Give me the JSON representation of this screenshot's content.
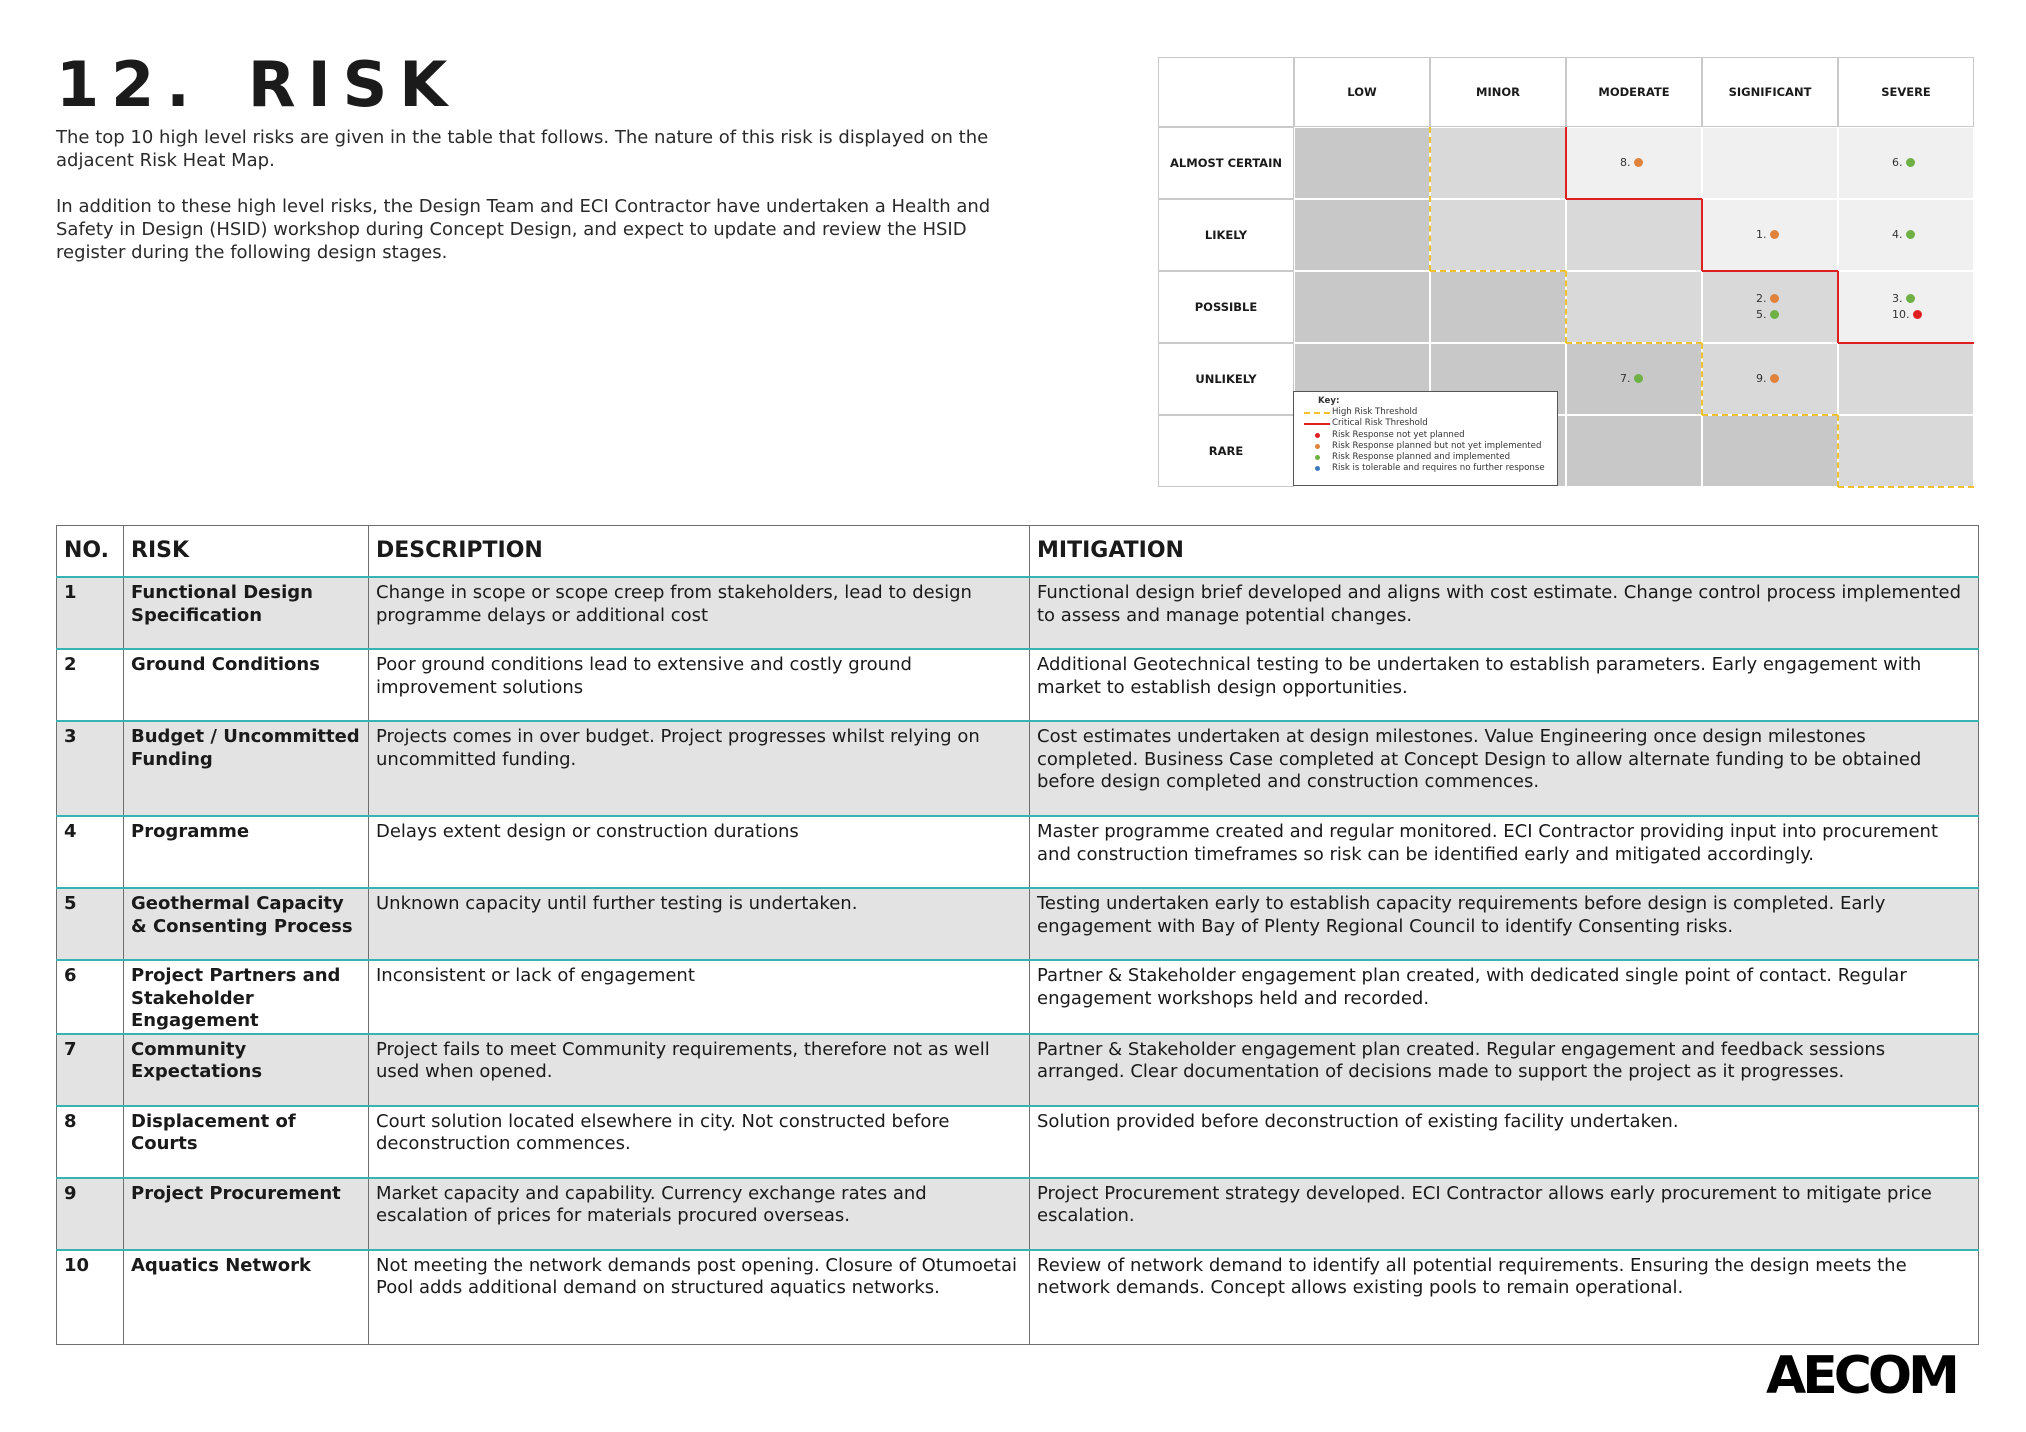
{
  "title": {
    "number": "12.",
    "text": "RISK"
  },
  "intro": {
    "p1": "The top 10 high level risks are given in the table that follows.  The nature of this risk is displayed on the adjacent Risk Heat Map.",
    "p2": "In addition to these high level risks, the Design Team and ECI Contractor have undertaken a Health and Safety in Design (HSID) workshop during Concept Design, and expect to update and review the HSID register during the following design stages."
  },
  "heatmap": {
    "consequences": [
      "LOW",
      "MINOR",
      "MODERATE",
      "SIGNIFICANT",
      "SEVERE"
    ],
    "likelihoods": [
      "ALMOST CERTAIN",
      "LIKELY",
      "POSSIBLE",
      "UNLIKELY",
      "RARE"
    ],
    "colors": {
      "dark": "#c8c8c8",
      "mid": "#d9d9d9",
      "light": "#f0f0f0",
      "high_threshold": "#f2c12e",
      "critical_threshold": "#e02020",
      "not_planned": "#e02020",
      "planned_not_implemented": "#e0823a",
      "implemented": "#6fb144",
      "tolerable": "#3a7abf"
    },
    "markers": [
      {
        "label": "8.",
        "status": "planned_not_implemented",
        "likelihood": "ALMOST CERTAIN",
        "consequence": "MODERATE"
      },
      {
        "label": "6.",
        "status": "implemented",
        "likelihood": "ALMOST CERTAIN",
        "consequence": "SEVERE"
      },
      {
        "label": "1.",
        "status": "planned_not_implemented",
        "likelihood": "LIKELY",
        "consequence": "SIGNIFICANT"
      },
      {
        "label": "4.",
        "status": "implemented",
        "likelihood": "LIKELY",
        "consequence": "SEVERE"
      },
      {
        "label": "2.",
        "status": "planned_not_implemented",
        "likelihood": "POSSIBLE",
        "consequence": "SIGNIFICANT"
      },
      {
        "label": "5.",
        "status": "implemented",
        "likelihood": "POSSIBLE",
        "consequence": "SIGNIFICANT"
      },
      {
        "label": "3.",
        "status": "implemented",
        "likelihood": "POSSIBLE",
        "consequence": "SEVERE"
      },
      {
        "label": "10.",
        "status": "not_planned",
        "likelihood": "POSSIBLE",
        "consequence": "SEVERE"
      },
      {
        "label": "7.",
        "status": "implemented",
        "likelihood": "UNLIKELY",
        "consequence": "MODERATE"
      },
      {
        "label": "9.",
        "status": "planned_not_implemented",
        "likelihood": "UNLIKELY",
        "consequence": "SIGNIFICANT"
      }
    ],
    "key": {
      "title": "Key:",
      "high_threshold": "High Risk Threshold",
      "critical_threshold": "Critical Risk Threshold",
      "not_planned": "Risk Response not yet planned",
      "planned_not_implemented": "Risk Response planned but not yet implemented",
      "implemented": "Risk Response planned and implemented",
      "tolerable": "Risk is tolerable and requires no further response"
    }
  },
  "table": {
    "headers": {
      "no": "NO.",
      "risk": "RISK",
      "description": "DESCRIPTION",
      "mitigation": "MITIGATION"
    },
    "rows": [
      {
        "no": "1",
        "risk": "Functional Design Specification",
        "description": "Change in scope or scope creep from stakeholders, lead to design programme delays or additional cost",
        "mitigation": "Functional design brief developed and aligns with cost estimate. Change control process implemented to assess and manage potential changes."
      },
      {
        "no": "2",
        "risk": "Ground Conditions",
        "description": "Poor ground conditions lead to extensive and costly ground improvement solutions",
        "mitigation": "Additional Geotechnical testing to be undertaken to establish parameters. Early engagement with market to establish design opportunities."
      },
      {
        "no": "3",
        "risk": "Budget / Uncommitted Funding",
        "description": "Projects comes in over budget. Project progresses whilst relying on uncommitted funding.",
        "mitigation": "Cost estimates undertaken at design milestones. Value Engineering once design milestones completed. Business Case completed at Concept Design to allow alternate funding to be obtained before design completed and construction commences."
      },
      {
        "no": "4",
        "risk": "Programme",
        "description": "Delays extent design or construction durations",
        "mitigation": "Master programme created and regular monitored. ECI Contractor providing input into procurement and construction timeframes so risk can be identified early and mitigated accordingly."
      },
      {
        "no": "5",
        "risk": "Geothermal Capacity & Consenting Process",
        "description": "Unknown capacity until further testing is undertaken.",
        "mitigation": "Testing undertaken early to establish capacity requirements before design is completed. Early engagement with Bay of Plenty Regional Council to identify Consenting risks."
      },
      {
        "no": "6",
        "risk": "Project Partners and Stakeholder Engagement",
        "description": "Inconsistent or lack of engagement",
        "mitigation": "Partner & Stakeholder engagement plan created, with dedicated single point of contact. Regular engagement workshops held and recorded."
      },
      {
        "no": "7",
        "risk": "Community Expectations",
        "description": "Project fails to meet Community requirements, therefore not as well used when opened.",
        "mitigation": "Partner & Stakeholder engagement plan created. Regular engagement and feedback sessions arranged. Clear documentation of decisions made to support the project as it progresses."
      },
      {
        "no": "8",
        "risk": "Displacement of Courts",
        "description": "Court solution located elsewhere in city. Not constructed before deconstruction commences.",
        "mitigation": "Solution provided before deconstruction of existing facility undertaken."
      },
      {
        "no": "9",
        "risk": "Project Procurement",
        "description": "Market capacity and capability. Currency exchange rates and escalation of prices for materials procured overseas.",
        "mitigation": "Project Procurement strategy developed. ECI Contractor allows early procurement to mitigate price escalation."
      },
      {
        "no": "10",
        "risk": "Aquatics Network",
        "description": "Not meeting the network demands post opening. Closure of Otumoetai Pool adds additional demand on structured aquatics networks.",
        "mitigation": "Review of network demand to identify all potential requirements. Ensuring the design meets the network demands. Concept allows existing pools to remain operational."
      }
    ]
  },
  "logo": {
    "text": "AECOM"
  }
}
